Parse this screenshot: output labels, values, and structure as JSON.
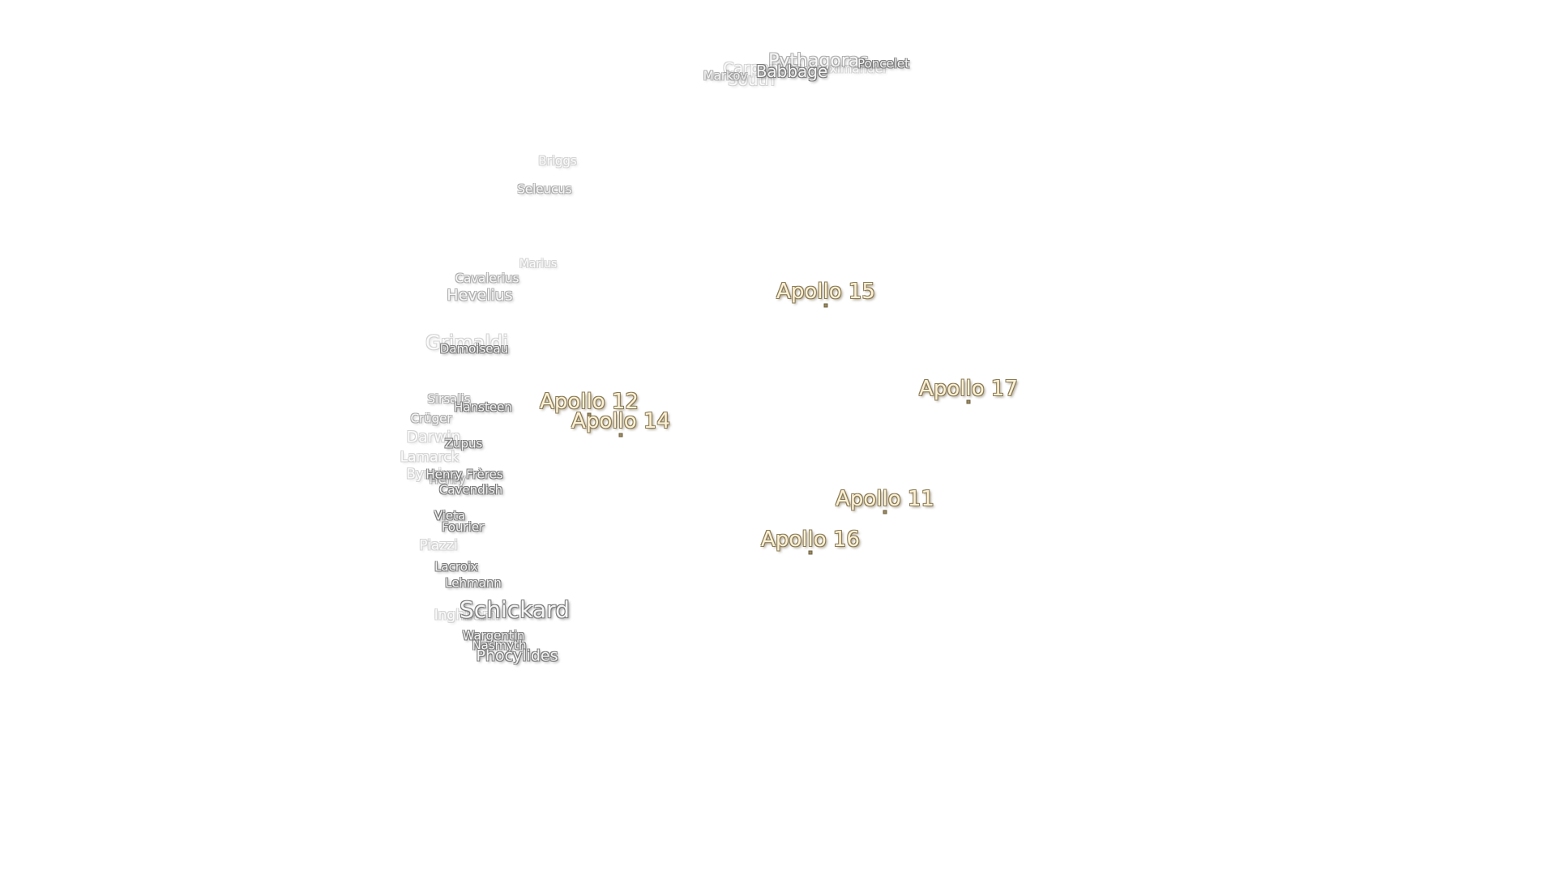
{
  "apollo_sites": {
    "apollo11": "Apollo 11",
    "apollo12": "Apollo 12",
    "apollo14": "Apollo 14",
    "apollo15": "Apollo 15",
    "apollo16": "Apollo 16",
    "apollo17": "Apollo 17"
  },
  "craters": {
    "pythagoras": "Pythagoras",
    "babbage": "Babbage",
    "poncelet": "Poncelet",
    "markov": "Markov",
    "south": "South",
    "carpenter": "Carpenter",
    "anaximander": "Anaximander",
    "briggs": "Briggs",
    "seleucus": "Seleucus",
    "marius": "Marius",
    "cavalerius": "Cavalerius",
    "hevelius": "Hevelius",
    "grimaldi": "Grimaldi",
    "damoiseau": "Damoiseau",
    "sirsalis": "Sirsalis",
    "hansteen": "Hansteen",
    "cruger": "Crüger",
    "darwin": "Darwin",
    "zupus": "Zupus",
    "lamarck": "Lamarck",
    "henry_freres": "Henry Frères",
    "byrgius": "Byrgius",
    "henry": "Henry",
    "cavendish": "Cavendish",
    "vieta": "Vieta",
    "fourier": "Fourier",
    "piazzi": "Piazzi",
    "lacroix": "Lacroix",
    "lehmann": "Lehmann",
    "schickard": "Schickard",
    "inghirami": "Inghirami",
    "wargentin": "Wargentin",
    "nasmyth": "Nasmyth",
    "phocylides": "Phocylides"
  }
}
